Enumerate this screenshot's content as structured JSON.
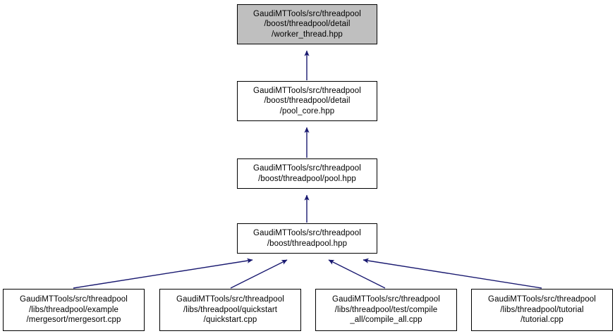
{
  "diagram": {
    "type": "include-dependency-graph",
    "background": "#ffffff",
    "edge_color": "#191970",
    "node_border_color": "#000000",
    "node_fill_color": "#ffffff",
    "highlight_fill_color": "#bfbfbf",
    "nodes": [
      {
        "id": "worker_thread",
        "name": "worker-thread-hpp-node",
        "highlighted": true,
        "lines": [
          "GaudiMTTools/src/threadpool",
          "/boost/threadpool/detail",
          "/worker_thread.hpp"
        ]
      },
      {
        "id": "pool_core",
        "name": "pool-core-hpp-node",
        "highlighted": false,
        "lines": [
          "GaudiMTTools/src/threadpool",
          "/boost/threadpool/detail",
          "/pool_core.hpp"
        ]
      },
      {
        "id": "pool",
        "name": "pool-hpp-node",
        "highlighted": false,
        "lines": [
          "GaudiMTTools/src/threadpool",
          "/boost/threadpool/pool.hpp"
        ]
      },
      {
        "id": "threadpool",
        "name": "threadpool-hpp-node",
        "highlighted": false,
        "lines": [
          "GaudiMTTools/src/threadpool",
          "/boost/threadpool.hpp"
        ]
      },
      {
        "id": "mergesort",
        "name": "mergesort-cpp-node",
        "highlighted": false,
        "lines": [
          "GaudiMTTools/src/threadpool",
          "/libs/threadpool/example",
          "/mergesort/mergesort.cpp"
        ]
      },
      {
        "id": "quickstart",
        "name": "quickstart-cpp-node",
        "highlighted": false,
        "lines": [
          "GaudiMTTools/src/threadpool",
          "/libs/threadpool/quickstart",
          "/quickstart.cpp"
        ]
      },
      {
        "id": "compile_all",
        "name": "compile-all-cpp-node",
        "highlighted": false,
        "lines": [
          "GaudiMTTools/src/threadpool",
          "/libs/threadpool/test/compile",
          "_all/compile_all.cpp"
        ]
      },
      {
        "id": "tutorial",
        "name": "tutorial-cpp-node",
        "highlighted": false,
        "lines": [
          "GaudiMTTools/src/threadpool",
          "/libs/threadpool/tutorial",
          "/tutorial.cpp"
        ]
      }
    ],
    "edges": [
      {
        "from": "pool_core",
        "to": "worker_thread"
      },
      {
        "from": "pool",
        "to": "pool_core"
      },
      {
        "from": "threadpool",
        "to": "pool"
      },
      {
        "from": "mergesort",
        "to": "threadpool"
      },
      {
        "from": "quickstart",
        "to": "threadpool"
      },
      {
        "from": "compile_all",
        "to": "threadpool"
      },
      {
        "from": "tutorial",
        "to": "threadpool"
      }
    ]
  }
}
